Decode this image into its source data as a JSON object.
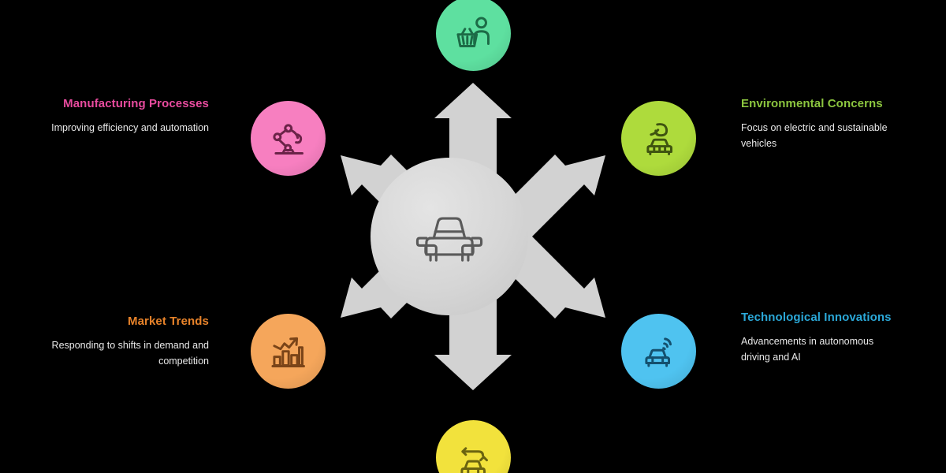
{
  "diagram": {
    "center": {
      "label": "automotive-industry-hub",
      "icon": "car-front-icon",
      "color": "#D6D6D6",
      "icon_color": "#5A5A5A"
    },
    "arrow_color": "#D2D2D2",
    "background": "#000000",
    "nodes": [
      {
        "key": "consumer-behavior",
        "position": "top",
        "icon": "shopper-basket-icon",
        "color": "#5EE0A0",
        "icon_color": "#1C6B46",
        "title": "",
        "desc": ""
      },
      {
        "key": "manufacturing-processes",
        "position": "top-left",
        "icon": "robot-arm-icon",
        "color": "#F77FC0",
        "icon_color": "#6B2348",
        "title": "Manufacturing Processes",
        "title_color": "#E84B9E",
        "desc": "Improving efficiency and automation"
      },
      {
        "key": "environmental-concerns",
        "position": "top-right",
        "icon": "eco-leaf-car-icon",
        "color": "#AEDB3C",
        "icon_color": "#3F5410",
        "title": "Environmental Concerns",
        "title_color": "#8CC63F",
        "desc": "Focus on electric and sustainable vehicles"
      },
      {
        "key": "market-trends",
        "position": "bottom-left",
        "icon": "growth-chart-icon",
        "color": "#F5A65B",
        "icon_color": "#7A4418",
        "title": "Market Trends",
        "title_color": "#E8832A",
        "desc": "Responding to shifts in demand and competition"
      },
      {
        "key": "technological-innovations",
        "position": "bottom-right",
        "icon": "connected-car-signal-icon",
        "color": "#4FC3F0",
        "icon_color": "#14506E",
        "title": "Technological Innovations",
        "title_color": "#2BA8D8",
        "desc": "Advancements in autonomous driving and AI"
      },
      {
        "key": "vehicle-lifecycle",
        "position": "bottom",
        "icon": "car-exchange-arrows-icon",
        "color": "#F2E23C",
        "icon_color": "#6B6410",
        "title": "",
        "desc": ""
      }
    ]
  }
}
